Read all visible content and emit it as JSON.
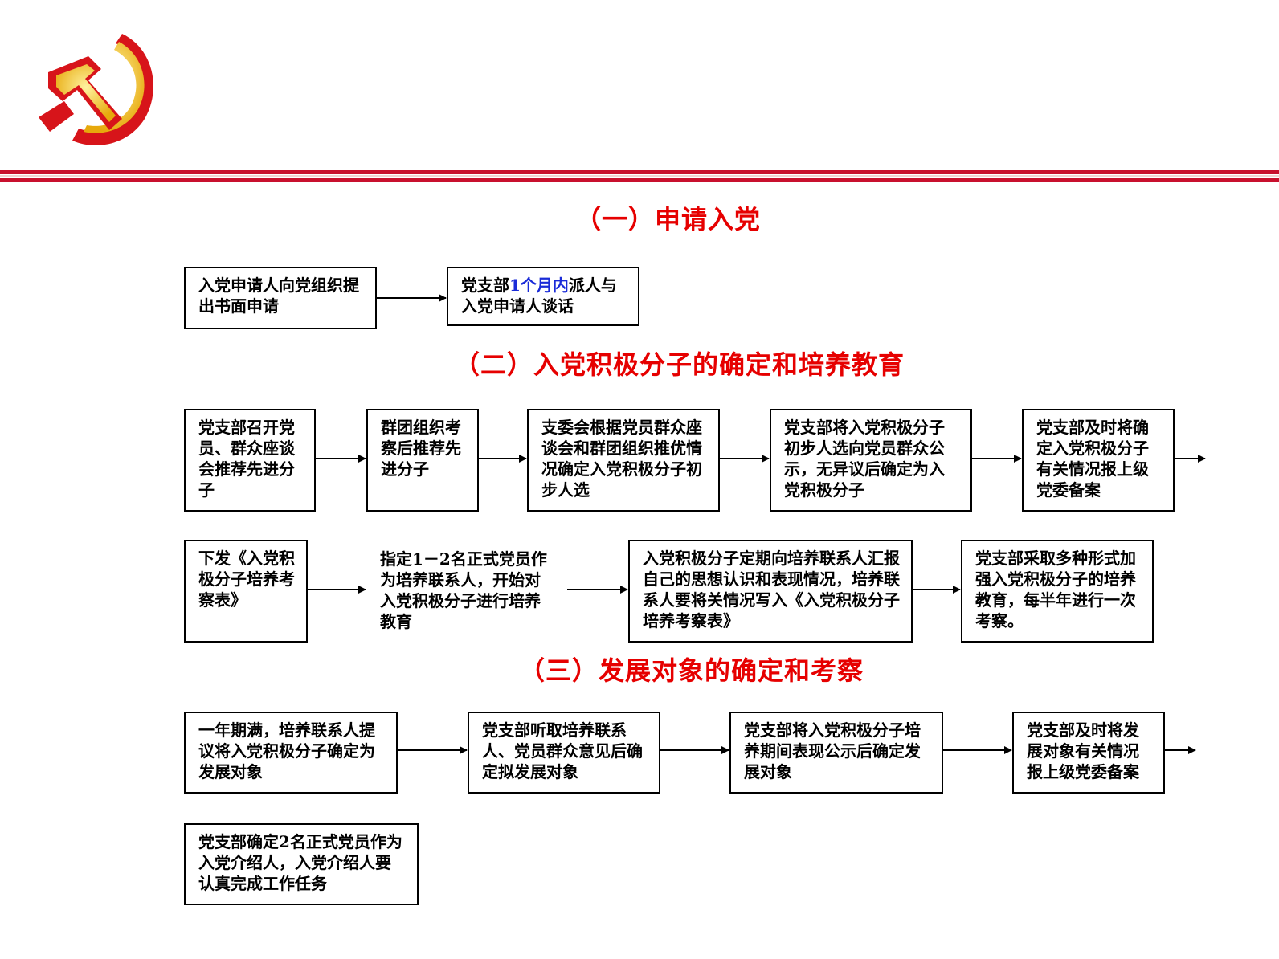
{
  "sections": {
    "s1": {
      "title": "（一）申请入党"
    },
    "s2": {
      "title": "（二）入党积极分子的确定和培养教育"
    },
    "s3": {
      "title": "（三）发展对象的确定和考察"
    }
  },
  "boxes": {
    "s1_b1": "入党申请人向党组织提出书面申请",
    "s1_b2_pre": "党支部",
    "s1_b2_highlight": "1个月内",
    "s1_b2_post": "派人与入党申请人谈话",
    "s2_b1": "党支部召开党员、群众座谈会推荐先进分子",
    "s2_b2": "群团组织考察后推荐先进分子",
    "s2_b3": "支委会根据党员群众座谈会和群团组织推优情况确定入党积极分子初步人选",
    "s2_b4": "党支部将入党积极分子初步人选向党员群众公示，无异议后确定为入党积极分子",
    "s2_b5": "党支部及时将确定入党积极分子有关情况报上级党委备案",
    "s2_b6": "下发《入党积极分子培养考察表》",
    "s2_b7": "指定1－2名正式党员作为培养联系人，开始对入党积极分子进行培养教育",
    "s2_b8": "入党积极分子定期向培养联系人汇报自己的思想认识和表现情况，培养联系人要将关情况写入《入党积极分子培养考察表》",
    "s2_b9": "党支部采取多种形式加强入党积极分子的培养教育，每半年进行一次考察。",
    "s3_b1": "一年期满，培养联系人提议将入党积极分子确定为发展对象",
    "s3_b2": "党支部听取培养联系人、党员群众意见后确定拟发展对象",
    "s3_b3": "党支部将入党积极分子培养期间表现公示后确定发展对象",
    "s3_b4": "党支部及时将发展对象有关情况报上级党委备案",
    "s3_b5": "党支部确定2名正式党员作为入党介绍人，入党介绍人要认真完成工作任务"
  },
  "colors": {
    "title_red": "#e60000",
    "stripe_red": "#c8102e",
    "highlight_blue": "#1a2bd8",
    "logo_red": "#d7141a",
    "logo_gold": "#f2c318"
  }
}
